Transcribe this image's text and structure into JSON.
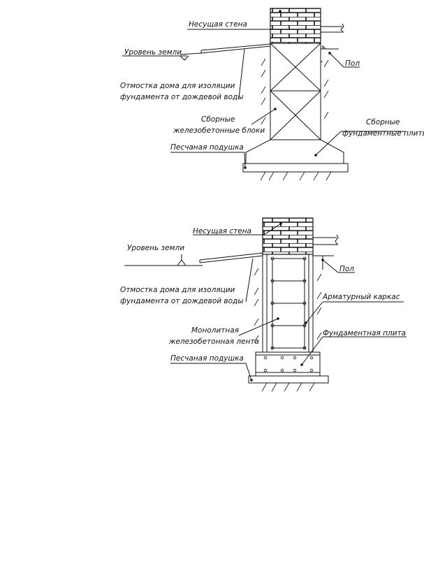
{
  "diagram1": {
    "labels": {
      "wall": "Несущая стена",
      "ground": "Уровень земли",
      "floor": "Пол",
      "blind_area_1": "Отмостка дома для изоляции",
      "blind_area_2": "фундамента от дождевой воды",
      "blocks_1": "Сборные",
      "blocks_2": "железобетонные блоки",
      "slabs_1": "Сборные",
      "slabs_2": "фундаментные плиты",
      "sand": "Песчаная подушка"
    }
  },
  "diagram2": {
    "labels": {
      "wall": "Несущая стена",
      "ground": "Уровень земли",
      "floor": "Пол",
      "blind_area_1": "Отмостка дома для изоляции",
      "blind_area_2": "фундамента от дождевой воды",
      "rebar": "Арматурный каркас",
      "monolith_1": "Монолитная",
      "monolith_2": "железобетонная лента",
      "slab": "Фундаментная плита",
      "sand": "Песчаная подушка"
    }
  }
}
